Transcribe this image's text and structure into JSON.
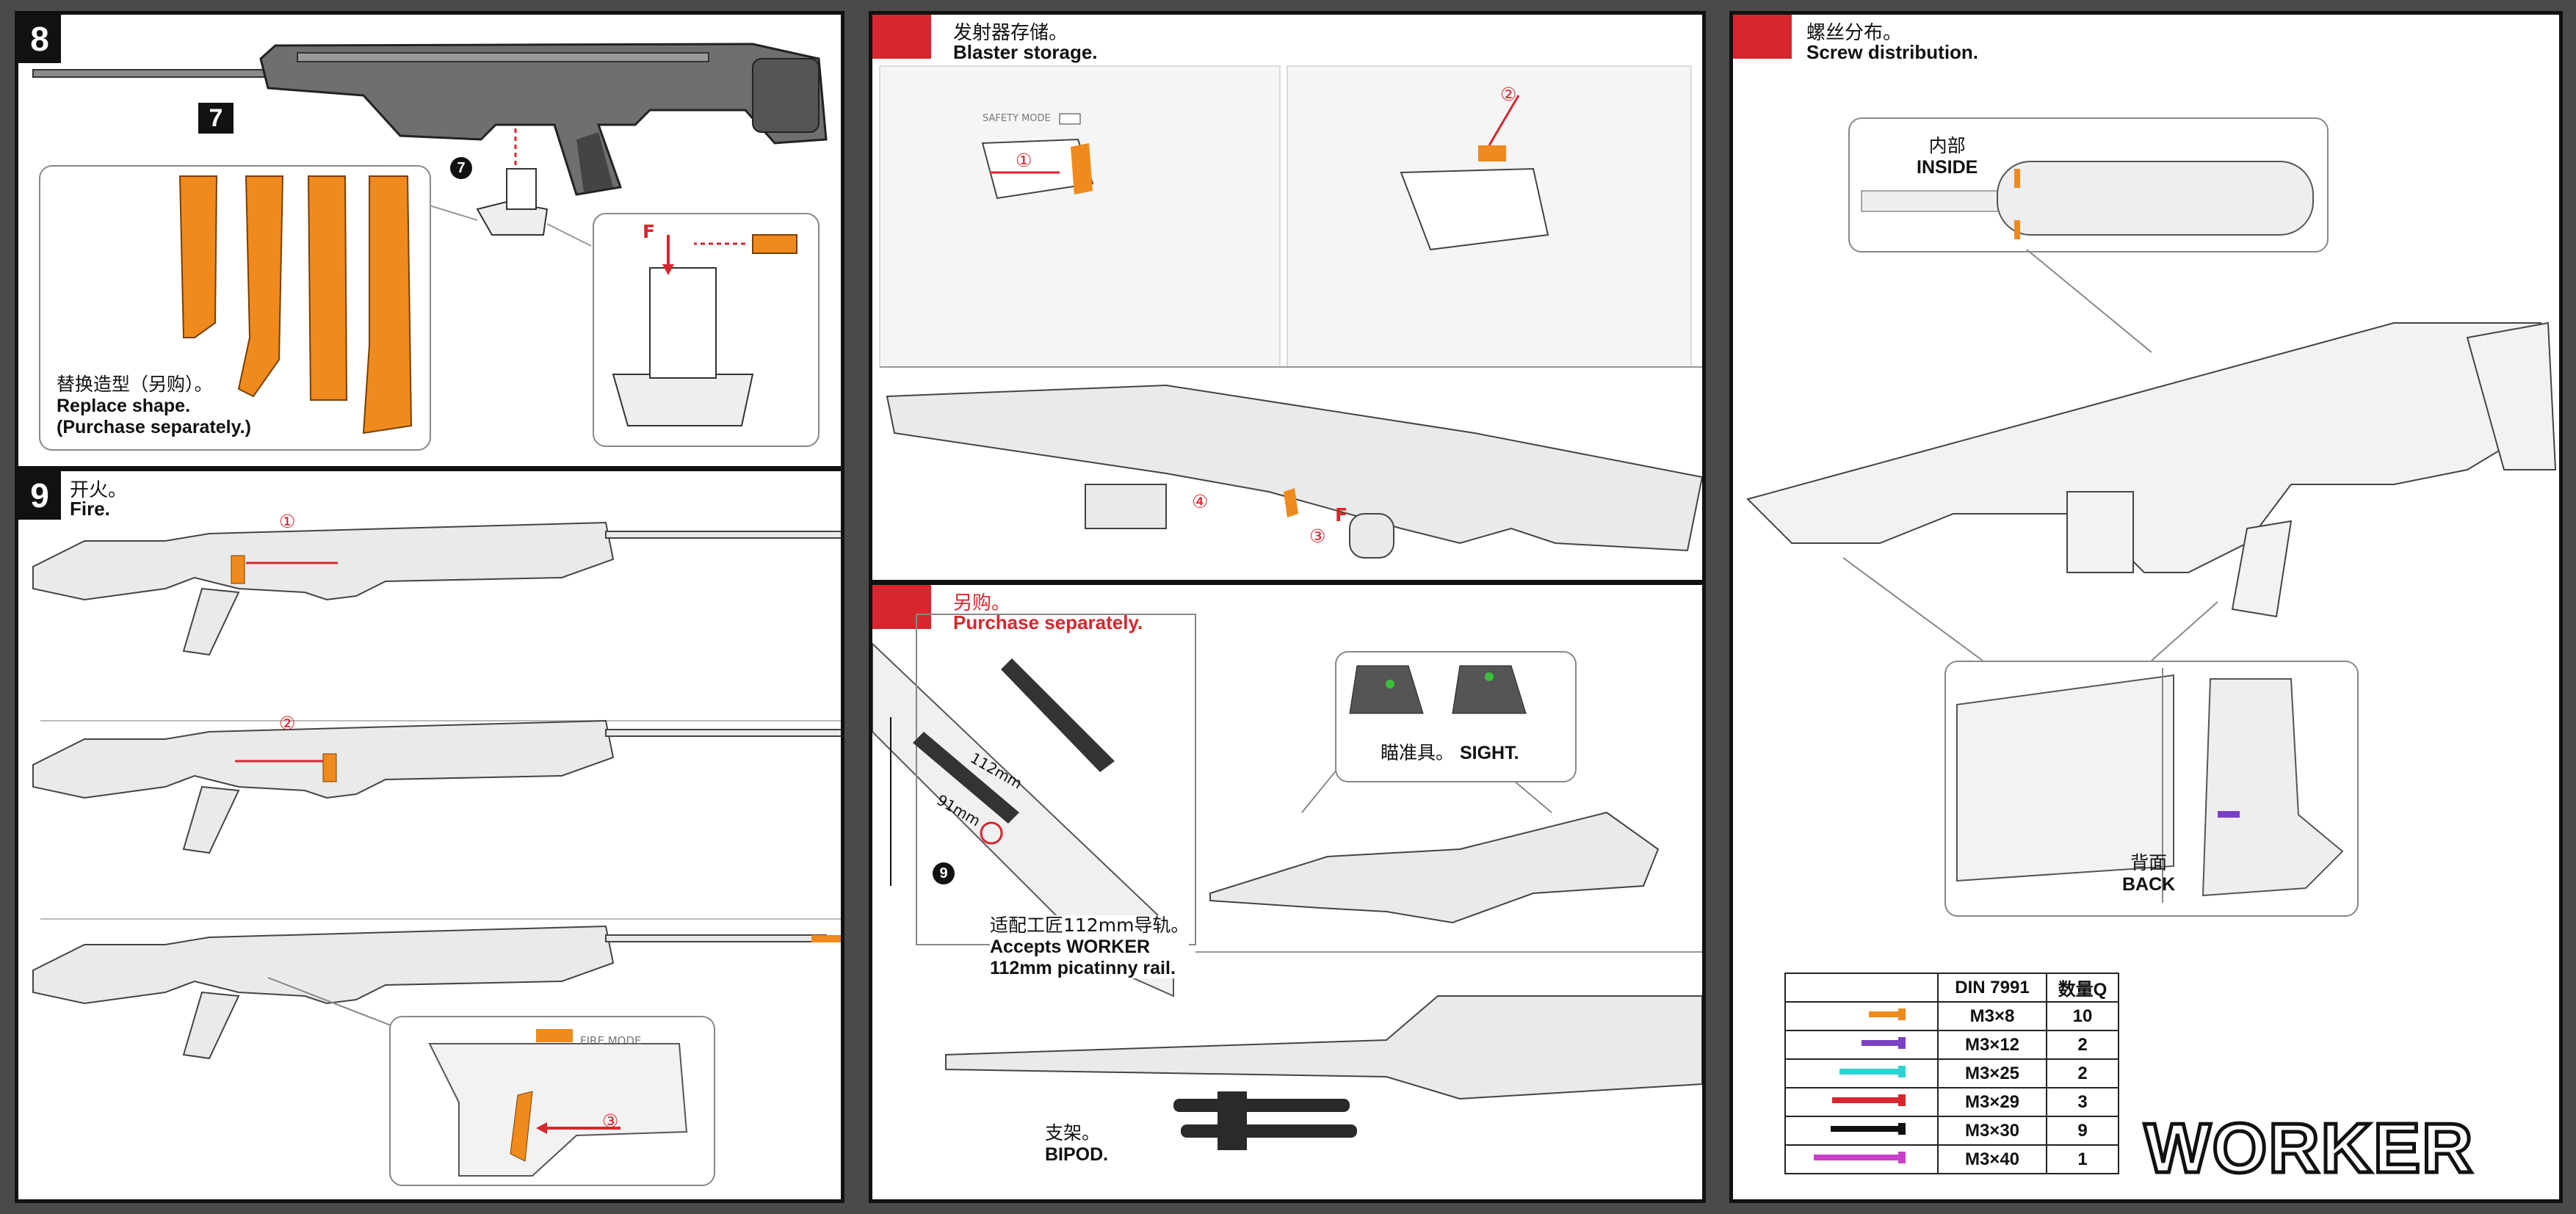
{
  "panel_8": {
    "step": "8",
    "callout_step": "7",
    "small_callout_step": "7",
    "label_cn": "替换造型（另购）。",
    "label_en_1": "Replace shape.",
    "label_en_2": "(Purchase separately.)",
    "force_label": "F"
  },
  "panel_9": {
    "step": "9",
    "title_cn": "开火。",
    "title_en": "Fire.",
    "stage_1": "①",
    "stage_2": "②",
    "stage_3": "③",
    "safety_text": "FIRE MODE"
  },
  "storage": {
    "title_cn": "发射器存储。",
    "title_en": "Blaster storage.",
    "safety_text": "SAFETY MODE",
    "n1": "①",
    "n2": "②",
    "n3": "③",
    "n4": "④",
    "force_label": "F"
  },
  "accessories": {
    "title_cn": "另购。",
    "title_en": "Purchase separately.",
    "rail_112": "112mm",
    "rail_91": "91mm",
    "step_ref": "9",
    "rail_cn": "适配工匠112mm导轨。",
    "rail_en_1": "Accepts WORKER",
    "rail_en_2": "112mm picatinny rail.",
    "sight_cn": "瞄准具。",
    "sight_en": "SIGHT.",
    "bipod_cn": "支架。",
    "bipod_en": "BIPOD."
  },
  "screws": {
    "title_cn": "螺丝分布。",
    "title_en": "Screw distribution.",
    "inside_cn": "内部",
    "inside_en": "INSIDE",
    "back_cn": "背面",
    "back_en": "BACK",
    "table_header_std": "DIN 7991",
    "table_header_qty": "数量Q",
    "rows": [
      {
        "size": "M3×8",
        "qty": "10",
        "color": "#f08a1c"
      },
      {
        "size": "M3×12",
        "qty": "2",
        "color": "#7b3fc4"
      },
      {
        "size": "M3×25",
        "qty": "2",
        "color": "#2ed1d1"
      },
      {
        "size": "M3×29",
        "qty": "3",
        "color": "#d7262e"
      },
      {
        "size": "M3×30",
        "qty": "9",
        "color": "#111111"
      },
      {
        "size": "M3×40",
        "qty": "1",
        "color": "#c83fc8"
      }
    ]
  },
  "brand": {
    "logo": "WORKER"
  },
  "colors": {
    "accent_orange": "#f08a1c",
    "accent_red": "#d7262e",
    "badge": "#111111"
  }
}
